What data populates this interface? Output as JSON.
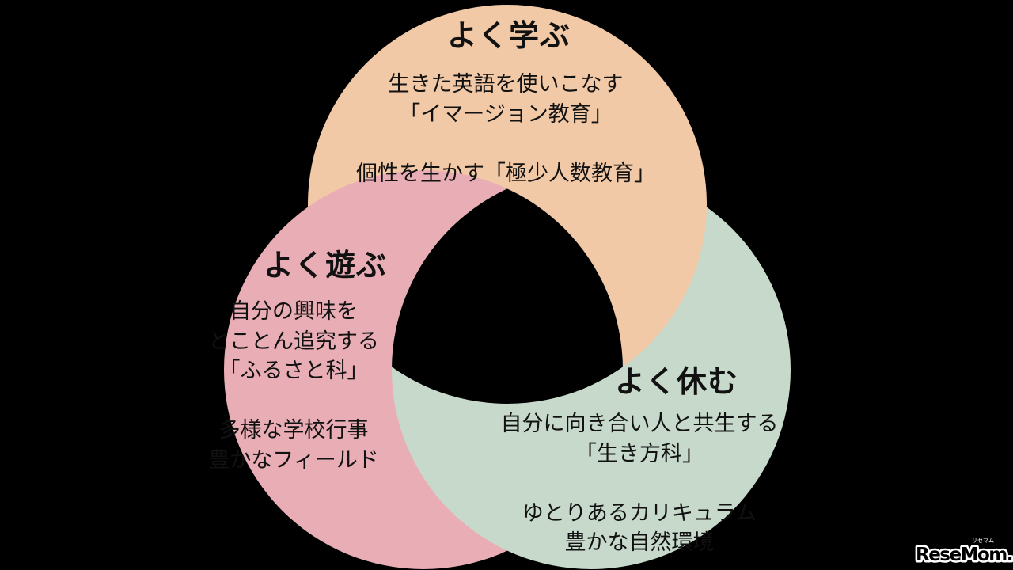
{
  "diagram": {
    "type": "venn-3-circles",
    "background": "#000000",
    "text_color": "#111111"
  },
  "colors": {
    "learn": "#F2C9A6",
    "play": "#E9AEB5",
    "rest": "#C7D9CB",
    "center": "#000000"
  },
  "circles": {
    "learn": {
      "title": "よく学ぶ",
      "lines": [
        "生きた英語を使いこなす",
        "「イマージョン教育」",
        "個性を生かす「極少人数教育」"
      ]
    },
    "play": {
      "title": "よく遊ぶ",
      "lines": [
        "自分の興味を",
        "とことん追究する",
        "「ふるさと科」",
        "多様な学校行事",
        "豊かなフィールド"
      ]
    },
    "rest": {
      "title": "よく休む",
      "lines": [
        "自分に向き合い人と共生する",
        "「生き方科」",
        "ゆとりあるカリキュラム",
        "豊かな自然環境"
      ]
    }
  },
  "logo": {
    "text": "ReseMom.",
    "ruby": "リセマム"
  }
}
